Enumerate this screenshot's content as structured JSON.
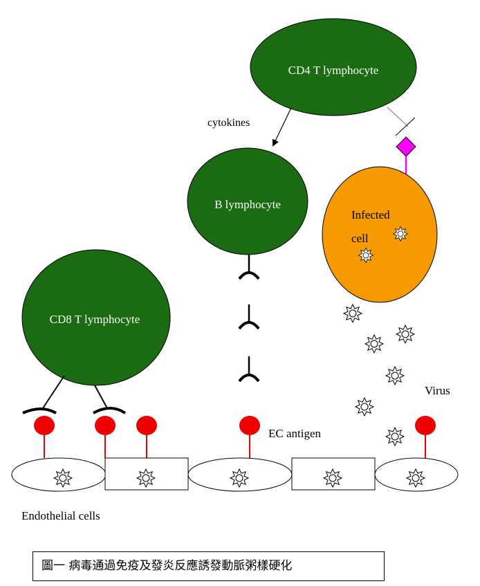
{
  "labels": {
    "cd4": "CD4 T lymphocyte",
    "cytokines": "cytokines",
    "b_cell": "B lymphocyte",
    "infected_line1": "Infected",
    "infected_line2": "cell",
    "cd8": "CD8 T lymphocyte",
    "virus": "Virus",
    "ec_antigen": "EC antigen",
    "endothelial": "Endothelial cells"
  },
  "caption": "圖一  病毒通過免疫及發炎反應誘發動脈粥樣硬化",
  "colors": {
    "lymphocyte": "#1a6b12",
    "infected_cell": "#f79a00",
    "antigen": "#ee0000",
    "mhc_marker": "#ff00ff"
  },
  "icons": {
    "virus": "spiked-circle-icon",
    "antibody": "y-shaped-antibody-icon",
    "receptor": "t-cell-receptor-icon",
    "mhc": "diamond-icon"
  }
}
